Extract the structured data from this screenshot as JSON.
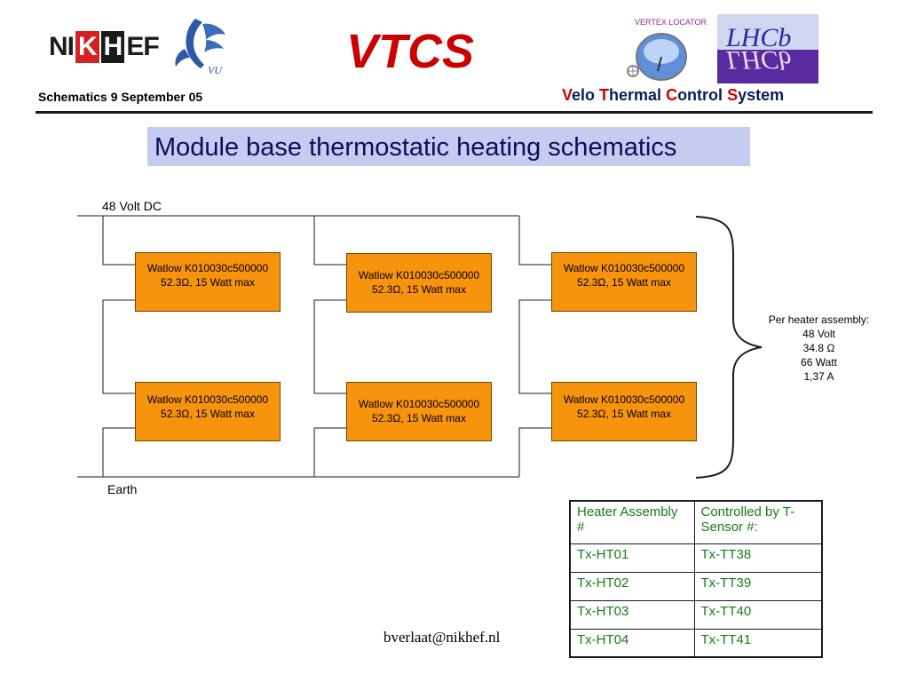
{
  "header": {
    "nikhef_logo": {
      "letters": [
        "NI",
        "K",
        "H",
        "EF"
      ]
    },
    "vu_logo": {
      "text": "VU"
    },
    "title": "VTCS",
    "velo_logo": {
      "top_text": "VERTEX LOCATOR",
      "icon": "velo-detector-icon"
    },
    "lhcb_logo": {
      "text": "LHCb"
    },
    "date_line": "Schematics 9 September 05",
    "system_name": {
      "parts": [
        {
          "initial": "V",
          "rest": "elo "
        },
        {
          "initial": "T",
          "rest": "hermal "
        },
        {
          "initial": "C",
          "rest": "ontrol "
        },
        {
          "initial": "S",
          "rest": "ystem"
        }
      ]
    }
  },
  "slide_title": "Module base thermostatic heating schematics",
  "schematic": {
    "supply_label": "48 Volt DC",
    "ground_label": "Earth",
    "heaters": [
      {
        "model": "Watlow K010030c500000",
        "spec": "52.3Ω, 15 Watt max"
      },
      {
        "model": "Watlow K010030c500000",
        "spec": "52.3Ω, 15 Watt max"
      },
      {
        "model": "Watlow K010030c500000",
        "spec": "52.3Ω, 15 Watt max"
      },
      {
        "model": "Watlow K010030c500000",
        "spec": "52.3Ω, 15 Watt max"
      },
      {
        "model": "Watlow K010030c500000",
        "spec": "52.3Ω, 15 Watt max"
      },
      {
        "model": "Watlow K010030c500000",
        "spec": "52.3Ω, 15 Watt max"
      }
    ],
    "per_heater": {
      "line1": "Per heater assembly:",
      "line2": "48 Volt",
      "line3": "34.8 Ω",
      "line4": "66 Watt",
      "line5": "1,37 A"
    }
  },
  "table": {
    "headers": [
      "Heater Assembly #",
      "Controlled by T-Sensor #:"
    ],
    "rows": [
      [
        "Tx-HT01",
        "Tx-TT38"
      ],
      [
        "Tx-HT02",
        "Tx-TT39"
      ],
      [
        "Tx-HT03",
        "Tx-TT40"
      ],
      [
        "Tx-HT04",
        "Tx-TT41"
      ]
    ]
  },
  "footer": {
    "email": "bverlaat@nikhef.nl"
  },
  "colors": {
    "accent_red": "#cc0000",
    "heater_orange": "#f7930c",
    "title_band": "#c6ccef",
    "table_text": "#1a7a1a"
  }
}
